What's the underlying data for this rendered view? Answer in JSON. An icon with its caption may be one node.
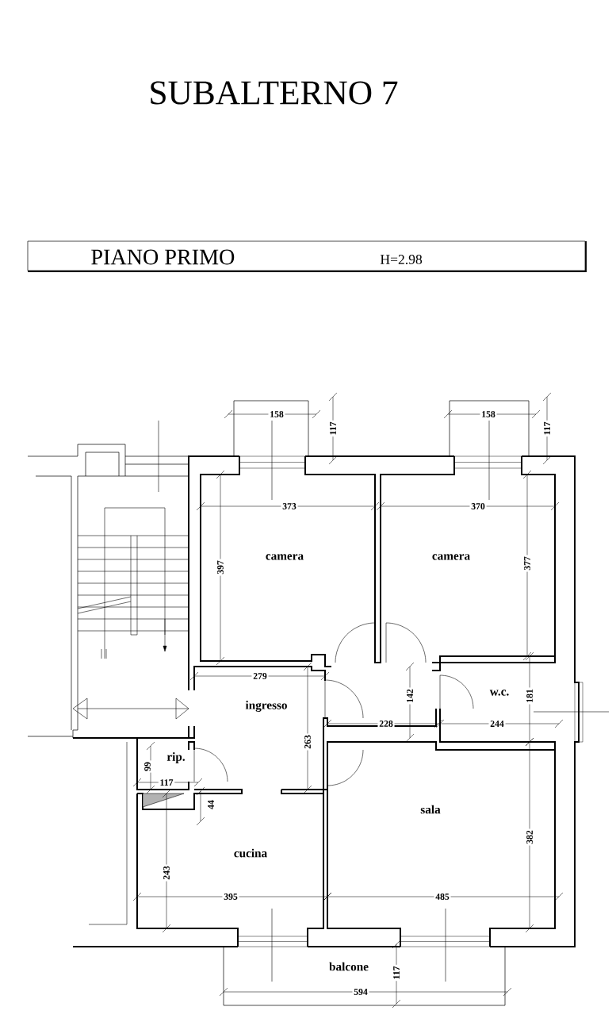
{
  "diagram": {
    "title": "SUBALTERNO 7",
    "nodes": [
      {
        "text": [
          "PIANO PRIMO",
          "H=2.98"
        ]
      }
    ],
    "labels": [
      "158",
      "117",
      "158",
      "117",
      "373",
      "370",
      "397",
      "camera",
      "camera",
      "377",
      "279",
      "142",
      "w.c.",
      "181",
      "ingresso",
      "263",
      "228",
      "244",
      "rip.",
      "99",
      "117",
      "44",
      "sala",
      "382",
      "cucina",
      "243",
      "395",
      "485",
      "balcone",
      "117",
      "594"
    ]
  }
}
